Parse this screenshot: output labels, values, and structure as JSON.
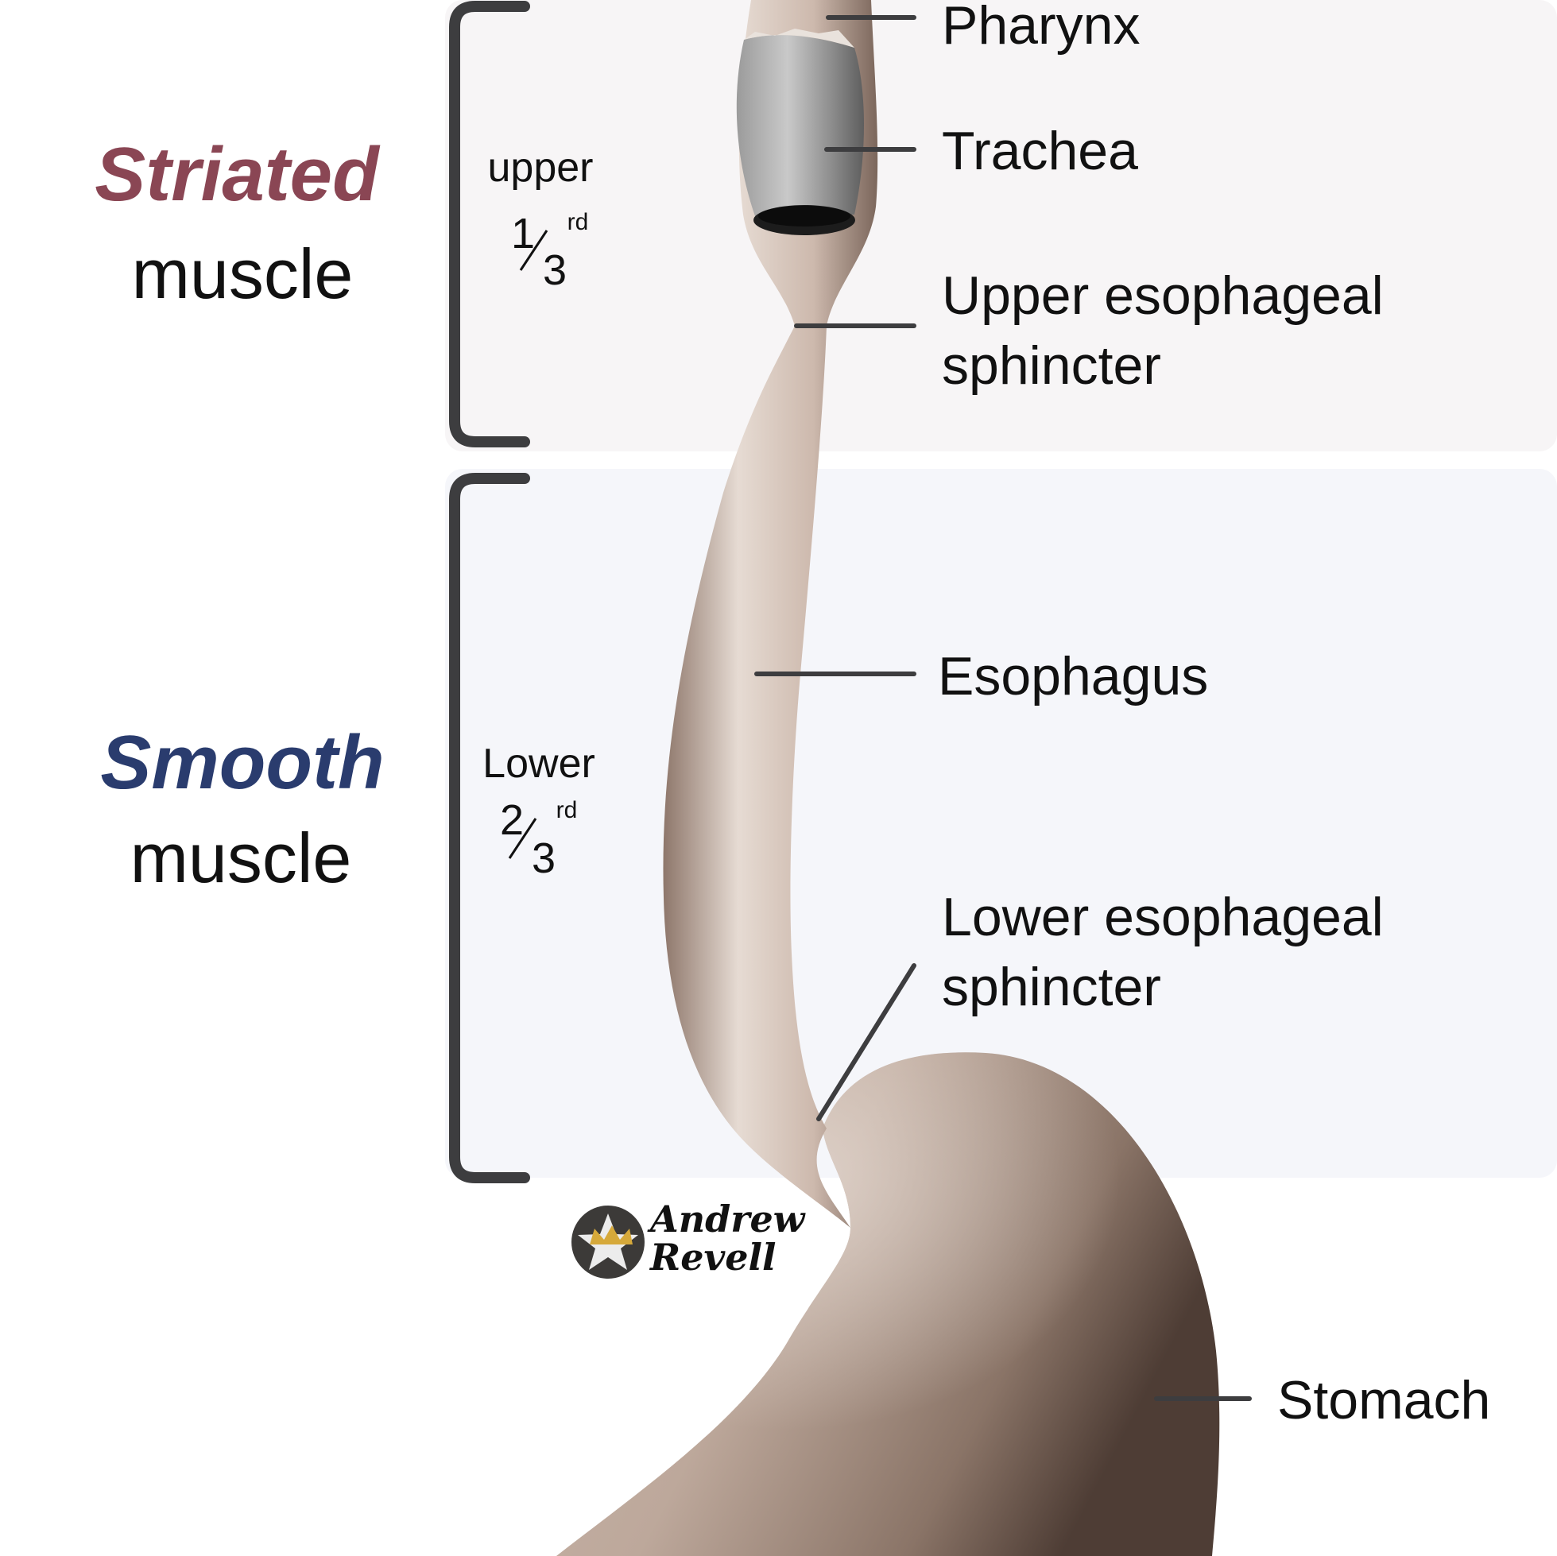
{
  "sections": {
    "upper": {
      "muscle_type": "Striated",
      "muscle_word": "muscle",
      "portion_word": "upper",
      "fraction_numerator": "1",
      "fraction_denominator": "3",
      "fraction_suffix": "rd",
      "type_color": "#8a4654"
    },
    "lower": {
      "muscle_type": "Smooth",
      "muscle_word": "muscle",
      "portion_word": "Lower",
      "fraction_numerator": "2",
      "fraction_denominator": "3",
      "fraction_suffix": "rd",
      "type_color": "#2a3c6e"
    }
  },
  "labels": {
    "pharynx": "Pharynx",
    "trachea": "Trachea",
    "ues_line1": "Upper esophageal",
    "ues_line2": "sphincter",
    "esophagus": "Esophagus",
    "les_line1": "Lower esophageal",
    "les_line2": "sphincter",
    "stomach": "Stomach"
  },
  "watermark": {
    "line1": "Andrew",
    "line2": "Revell"
  },
  "colors": {
    "upper_panel": "#f7f5f6",
    "lower_panel": "#f5f6fa",
    "tissue": "#d9c9bf",
    "tissue_shadow": "#6e5a50",
    "trachea": "#9a9a9a",
    "bracket": "#3d3d3f",
    "leader": "#3d3d3f"
  }
}
